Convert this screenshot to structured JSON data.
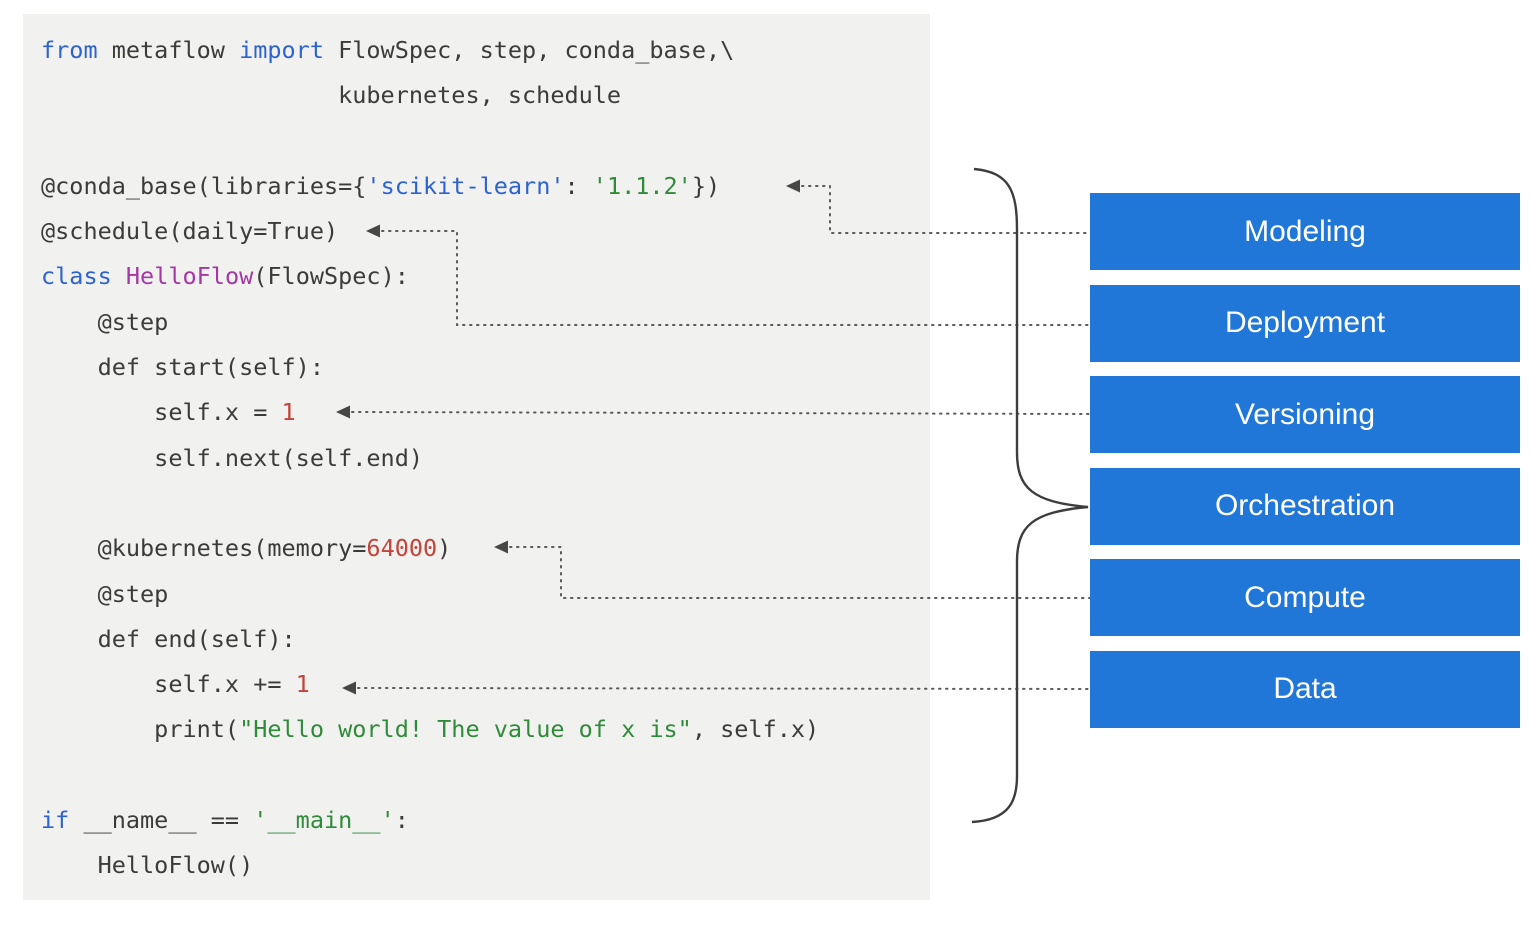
{
  "title": "Metaflow code to infrastructure capabilities diagram",
  "colors": {
    "panel_bg": "#f1f1ef",
    "code_plain": "#3b3b3b",
    "keyword_blue": "#2d63cf",
    "class_magenta": "#a537a5",
    "string_green": "#2f8b3a",
    "number_red": "#c2443a",
    "box_blue": "#2177d8",
    "box_text": "#ffffff",
    "connector_gray": "#5a5a5a"
  },
  "code": {
    "lines": [
      {
        "segments": [
          {
            "t": "from",
            "c": "kw"
          },
          {
            "t": " metaflow ",
            "c": "p"
          },
          {
            "t": "import",
            "c": "kw"
          },
          {
            "t": " FlowSpec, step, conda_base,\\",
            "c": "p"
          }
        ]
      },
      {
        "segments": [
          {
            "t": "                     kubernetes, schedule",
            "c": "p"
          }
        ]
      },
      {
        "segments": []
      },
      {
        "segments": [
          {
            "t": "@conda_base(libraries={",
            "c": "p"
          },
          {
            "t": "'scikit-learn'",
            "c": "kw"
          },
          {
            "t": ": ",
            "c": "p"
          },
          {
            "t": "'1.1.2'",
            "c": "str"
          },
          {
            "t": "})",
            "c": "p"
          }
        ]
      },
      {
        "segments": [
          {
            "t": "@schedule(daily=True)",
            "c": "p"
          }
        ]
      },
      {
        "segments": [
          {
            "t": "class",
            "c": "kw"
          },
          {
            "t": " ",
            "c": "p"
          },
          {
            "t": "HelloFlow",
            "c": "cls"
          },
          {
            "t": "(FlowSpec):",
            "c": "p"
          }
        ]
      },
      {
        "segments": [
          {
            "t": "    @step",
            "c": "p"
          }
        ]
      },
      {
        "segments": [
          {
            "t": "    def start(self):",
            "c": "p"
          }
        ]
      },
      {
        "segments": [
          {
            "t": "        self.x = ",
            "c": "p"
          },
          {
            "t": "1",
            "c": "num"
          }
        ]
      },
      {
        "segments": [
          {
            "t": "        self.next(self.end)",
            "c": "p"
          }
        ]
      },
      {
        "segments": []
      },
      {
        "segments": [
          {
            "t": "    @kubernetes(memory=",
            "c": "p"
          },
          {
            "t": "64000",
            "c": "num"
          },
          {
            "t": ")",
            "c": "p"
          }
        ]
      },
      {
        "segments": [
          {
            "t": "    @step",
            "c": "p"
          }
        ]
      },
      {
        "segments": [
          {
            "t": "    def end(self):",
            "c": "p"
          }
        ]
      },
      {
        "segments": [
          {
            "t": "        self.x += ",
            "c": "p"
          },
          {
            "t": "1",
            "c": "num"
          }
        ]
      },
      {
        "segments": [
          {
            "t": "        print(",
            "c": "p"
          },
          {
            "t": "\"Hello world! The value of x is\"",
            "c": "str"
          },
          {
            "t": ", self.x)",
            "c": "p"
          }
        ]
      },
      {
        "segments": []
      },
      {
        "segments": [
          {
            "t": "if",
            "c": "kw"
          },
          {
            "t": " __name__ == ",
            "c": "p"
          },
          {
            "t": "'__main__'",
            "c": "str"
          },
          {
            "t": ":",
            "c": "p"
          }
        ]
      },
      {
        "segments": [
          {
            "t": "    HelloFlow()",
            "c": "p"
          }
        ]
      }
    ]
  },
  "capabilities": {
    "boxes": [
      {
        "label": "Modeling"
      },
      {
        "label": "Deployment"
      },
      {
        "label": "Versioning"
      },
      {
        "label": "Orchestration"
      },
      {
        "label": "Compute"
      },
      {
        "label": "Data"
      }
    ]
  }
}
